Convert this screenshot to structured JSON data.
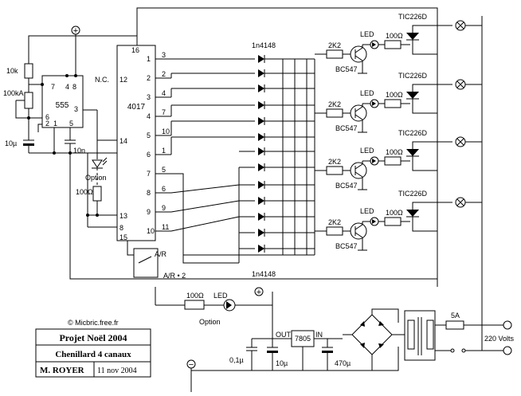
{
  "labels": {
    "ic4017": "4017",
    "ic555": "555",
    "nc": "N.C.",
    "r10k": "10k",
    "r100k": "100kA",
    "c10u_left": "10µ",
    "c10n": "10n",
    "r100_option": "100Ω",
    "option_left": "Option",
    "diode_top": "1n4148",
    "diode_bottom": "1n4148",
    "r2k2": "2K2",
    "bc547": "BC547",
    "led": "LED",
    "r100": "100Ω",
    "tic": "TIC226D",
    "ar": "A/R",
    "ar2": "A/R • 2",
    "website": "© Micbric.free.fr",
    "r100_bottom": "100Ω",
    "led_bottom": "LED",
    "option_bottom": "Option",
    "out": "OUT",
    "in": "IN",
    "reg": "7805",
    "c01u": "0,1µ",
    "c10u": "10µ",
    "c470u": "470µ",
    "fuse": "5A",
    "mains": "220 Volts",
    "plus": "+",
    "minus": "−"
  },
  "pins_4017_left": [
    "12",
    "14",
    "13",
    "15"
  ],
  "outputs_4017": [
    {
      "out": "1",
      "pin": "3"
    },
    {
      "out": "2",
      "pin": "2"
    },
    {
      "out": "3",
      "pin": "4"
    },
    {
      "out": "4",
      "pin": "7"
    },
    {
      "out": "5",
      "pin": "10"
    },
    {
      "out": "6",
      "pin": "1"
    },
    {
      "out": "7",
      "pin": "5"
    },
    {
      "out": "8",
      "pin": "6"
    },
    {
      "out": "9",
      "pin": "9"
    },
    {
      "out": "10",
      "pin": "11"
    }
  ],
  "pin_4017_top": "16",
  "pins_555": {
    "p7": "7",
    "p4": "4",
    "p8": "8",
    "p3": "3",
    "p6": "6",
    "p2": "2",
    "p1": "1",
    "p5": "5"
  },
  "title_box": {
    "title": "Projet Noël 2004",
    "subtitle": "Chenillard 4 canaux",
    "author": "M. ROYER",
    "date": "11 nov 2004"
  }
}
